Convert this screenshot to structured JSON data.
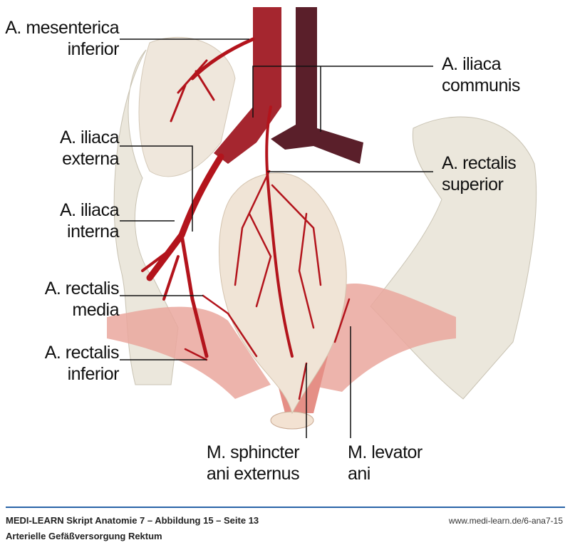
{
  "labels": {
    "mesenterica_inferior": [
      "A. mesenterica",
      "inferior"
    ],
    "iliaca_communis": [
      "A. iliaca",
      "communis"
    ],
    "iliaca_externa": [
      "A. iliaca",
      "externa"
    ],
    "rectalis_superior": [
      "A. rectalis",
      "superior"
    ],
    "iliaca_interna": [
      "A. iliaca",
      "interna"
    ],
    "rectalis_media": [
      "A. rectalis",
      "media"
    ],
    "rectalis_inferior": [
      "A. rectalis",
      "inferior"
    ],
    "sphincter_ani_externus": [
      "M. sphincter",
      "ani externus"
    ],
    "levator_ani": [
      "M. levator",
      "ani"
    ]
  },
  "footer": {
    "title": "MEDI-LEARN Skript Anatomie 7 – Abbildung 15 – Seite 13",
    "subtitle": "Arterielle Gefäßversorgung Rektum",
    "url": "www.medi-learn.de/6-ana7-15"
  },
  "colors": {
    "artery": "#b3141c",
    "vein": "#5a1f2a",
    "muscle": "#e9a39a",
    "bone": "#e6e2d6",
    "rule": "#2a64a8"
  }
}
